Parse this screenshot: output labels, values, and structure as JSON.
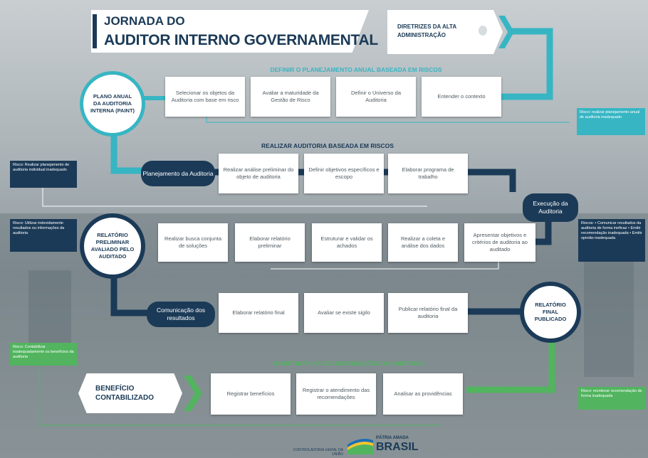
{
  "title": {
    "line1": "JORNADA DO",
    "line2": "AUDITOR INTERNO GOVERNAMENTAL"
  },
  "diretrizes": "DIRETRIZES DA ALTA ADMINISTRAÇÃO",
  "sections": {
    "s1": "DEFINIR O PLANEJAMENTO ANUAL BASEADA EM RISCOS",
    "s2": "REALIZAR AUDITORIA BASEADA EM RISCOS",
    "s3": "MONITORAR AS RECOMENDAÇÕES DA AUDITORIA"
  },
  "circles": {
    "paint": "PLANO ANUAL DA AUDITORIA INTERNA (PAINT)",
    "preliminar": "RELATÓRIO PRELIMINAR AVALIADO PELO AUDITADO",
    "final": "RELATÓRIO FINAL PUBLICADO"
  },
  "row1": [
    "Selecionar os objetos da Auditoria com base em risco",
    "Avaliar a maturidade da Gestão de Risco",
    "Definir o Universo da Auditoria",
    "Entender o contexto"
  ],
  "row2": [
    "Realizar análise preliminar do objeto de auditoria",
    "Definir objetivos específicos e escopo",
    "Elaborar programa de trabalho"
  ],
  "row3": [
    "Realizar busca conjunta de soluções",
    "Elaborar relatório preliminar",
    "Estruturar e validar os achados",
    "Realizar a coleta e análise dos dados",
    "Apresentar objetivos e critérios de auditoria ao auditado"
  ],
  "row4": [
    "Elaborar relatório final",
    "Avaliar se existe sigilo",
    "Publicar relatório final da auditoria"
  ],
  "row5": [
    "Registrar benefícios",
    "Registrar o atendimento das recomendações",
    "Analisar as providências"
  ],
  "pills": {
    "planejamento": "Planejamento da Auditoria",
    "execucao": "Execução da Auditoria",
    "comunicacao": "Comunicação dos resultados"
  },
  "beneficio": "BENEFÍCIO CONTABILIZADO",
  "notes": {
    "risco1": "Risco: realizar planejamento anual de auditoria inadequado",
    "risco2": "Risco: Realizar planejamento de auditoria individual inadequado",
    "risco3": "Risco: Utilizar indevidamente resultados ou informações da auditoria",
    "risco4": "Riscos: • Comunicar resultados da auditoria de forma ineficaz • Emitir recomendação inadequada • Emitir opinião inadequada",
    "risco5": "Risco: Contabilizar inadequadamente os benefícios da auditoria",
    "risco6": "Risco: monitorar recomendação de forma inadequada"
  },
  "footer": {
    "cgu": "CONTROLADORIA-GERAL DA UNIÃO",
    "patria": "PÁTRIA AMADA",
    "brasil": "BRASIL"
  },
  "colors": {
    "navy": "#1b3a57",
    "teal": "#37b5c3",
    "green": "#52b45f"
  }
}
